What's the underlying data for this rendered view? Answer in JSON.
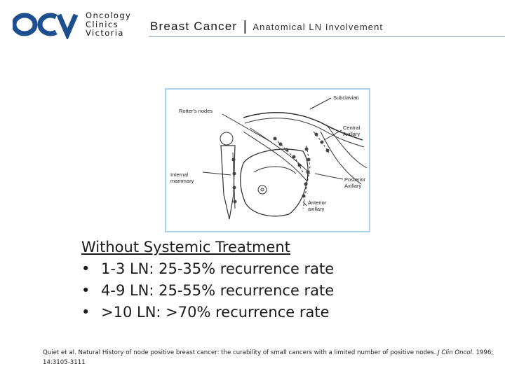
{
  "logo": {
    "mark": "OCV",
    "lines": [
      "Oncology",
      "Clinics",
      "Victoria"
    ],
    "brand_color": "#1d4f8f"
  },
  "header": {
    "title": "Breast Cancer",
    "separator": "|",
    "subtitle": "Anatomical LN Involvement"
  },
  "figure": {
    "labels": {
      "rotters": "Rotter's nodes",
      "subclavian": "Subclavian",
      "central": "Central",
      "central2": "Axillary",
      "internal": "Internal",
      "internal2": "mammary",
      "posterior": "Posterior",
      "posterior2": "Axillary",
      "anterior": "Anterior",
      "anterior2": "axillary"
    },
    "border_color": "#a9d3ea"
  },
  "content": {
    "heading": "Without Systemic Treatment",
    "bullet_symbol": "•",
    "bullets": [
      "1-3 LN: 25-35% recurrence rate",
      "4-9 LN: 25-55% recurrence  rate",
      ">10 LN: >70% recurrence rate"
    ]
  },
  "citation": {
    "text": "Quiet et al. Natural History of node positive breast cancer: the curability of small cancers with a limited number of positive nodes.",
    "journal": "J Clin Oncol.",
    "details": "1996; 14:3105-3111"
  }
}
